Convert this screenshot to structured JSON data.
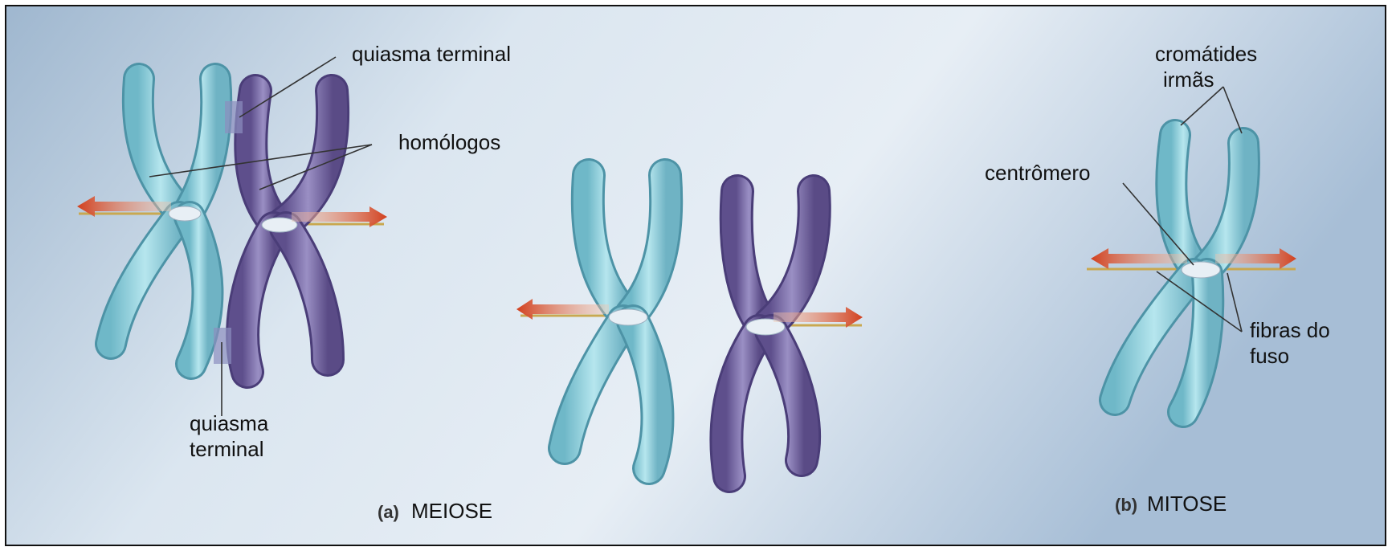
{
  "labels": {
    "meiosis_top_chiasma": "quiasma terminal",
    "homologs": "homólogos",
    "meiosis_bottom_chiasma_line1": "quiasma",
    "meiosis_bottom_chiasma_line2": "terminal",
    "sister_chromatids_line1": "cromátides",
    "sister_chromatids_line2": "irmãs",
    "centromere": "centrômero",
    "spindle_fibers_line1": "fibras do",
    "spindle_fibers_line2": "fuso"
  },
  "captions": {
    "meiosis_letter": "(a)",
    "meiosis_word": "MEIOSE",
    "mitosis_letter": "(b)",
    "mitosis_word": "MITOSE"
  },
  "colors": {
    "background_light": "#dfe9f2",
    "background_dark": "#a9bfd6",
    "chromosome_blue": "#8fd0dc",
    "chromosome_purple": "#7a6ea6",
    "centromere": "#e8eff5",
    "arrow": "#d9542c",
    "spindle_fiber": "#c9a850"
  }
}
